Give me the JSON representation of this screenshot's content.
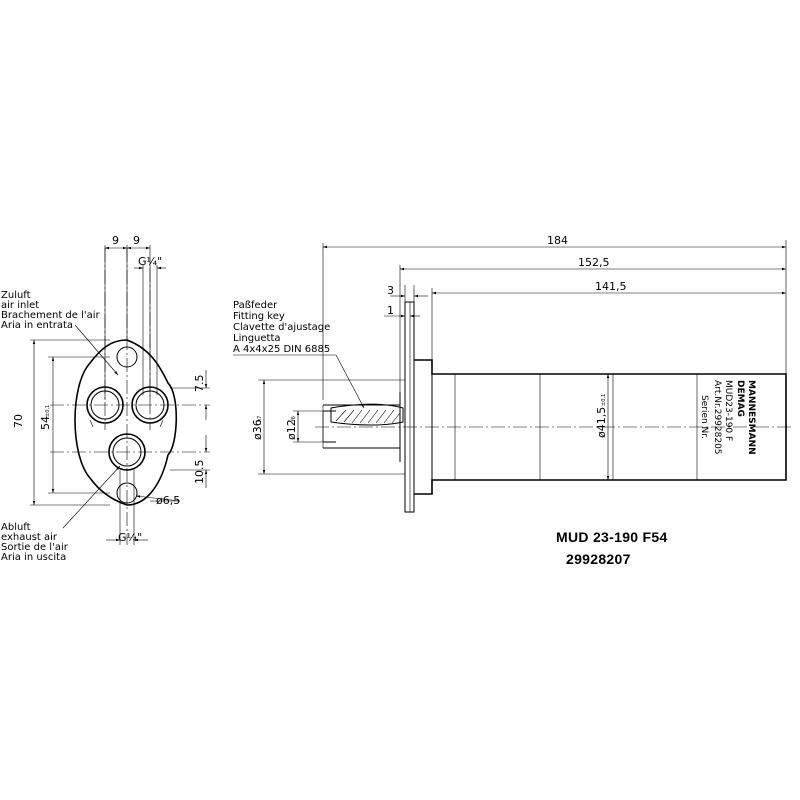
{
  "flange_view": {
    "dims": {
      "spacing_left": "9",
      "spacing_right": "9",
      "port_top": "G¼\"",
      "port_bottom": "G¼\"",
      "height_total": "70",
      "port_spacing": "54",
      "port_spacing_tol": "±0,1",
      "offset_upper": "7.5",
      "offset_lower": "10.5",
      "hole_dia": "ø6,5"
    },
    "inlet_label": [
      "Zuluft",
      "air inlet",
      "Brachement de l'air",
      "Aria in entrata"
    ],
    "exhaust_label": [
      "Abluft",
      "exhaust air",
      "Sortie de l'air",
      "Aria in uscita"
    ]
  },
  "side_view": {
    "dims": {
      "length_total": "184",
      "length_body": "152,5",
      "length_housing": "141,5",
      "flange_thickness": "3",
      "shaft_step": "1",
      "shaft_dia": "ø36",
      "shaft_dia_fit": "h7",
      "inner_dia": "ø12",
      "inner_dia_fit": "f6",
      "body_dia": "ø41,5",
      "body_dia_tol": "±0,1"
    },
    "key_label": [
      "Paßfeder",
      "Fitting key",
      "Clavette d'ajustage",
      "Linguetta",
      "A 4x4x25 DIN 6885"
    ],
    "nameplate": [
      "MANNESMANN",
      "DEMAG",
      "MUD23-190 F",
      "Art.Nr.29928205",
      "Serien Nr."
    ]
  },
  "title": {
    "part": "MUD 23-190 F54",
    "article": "29928207"
  }
}
